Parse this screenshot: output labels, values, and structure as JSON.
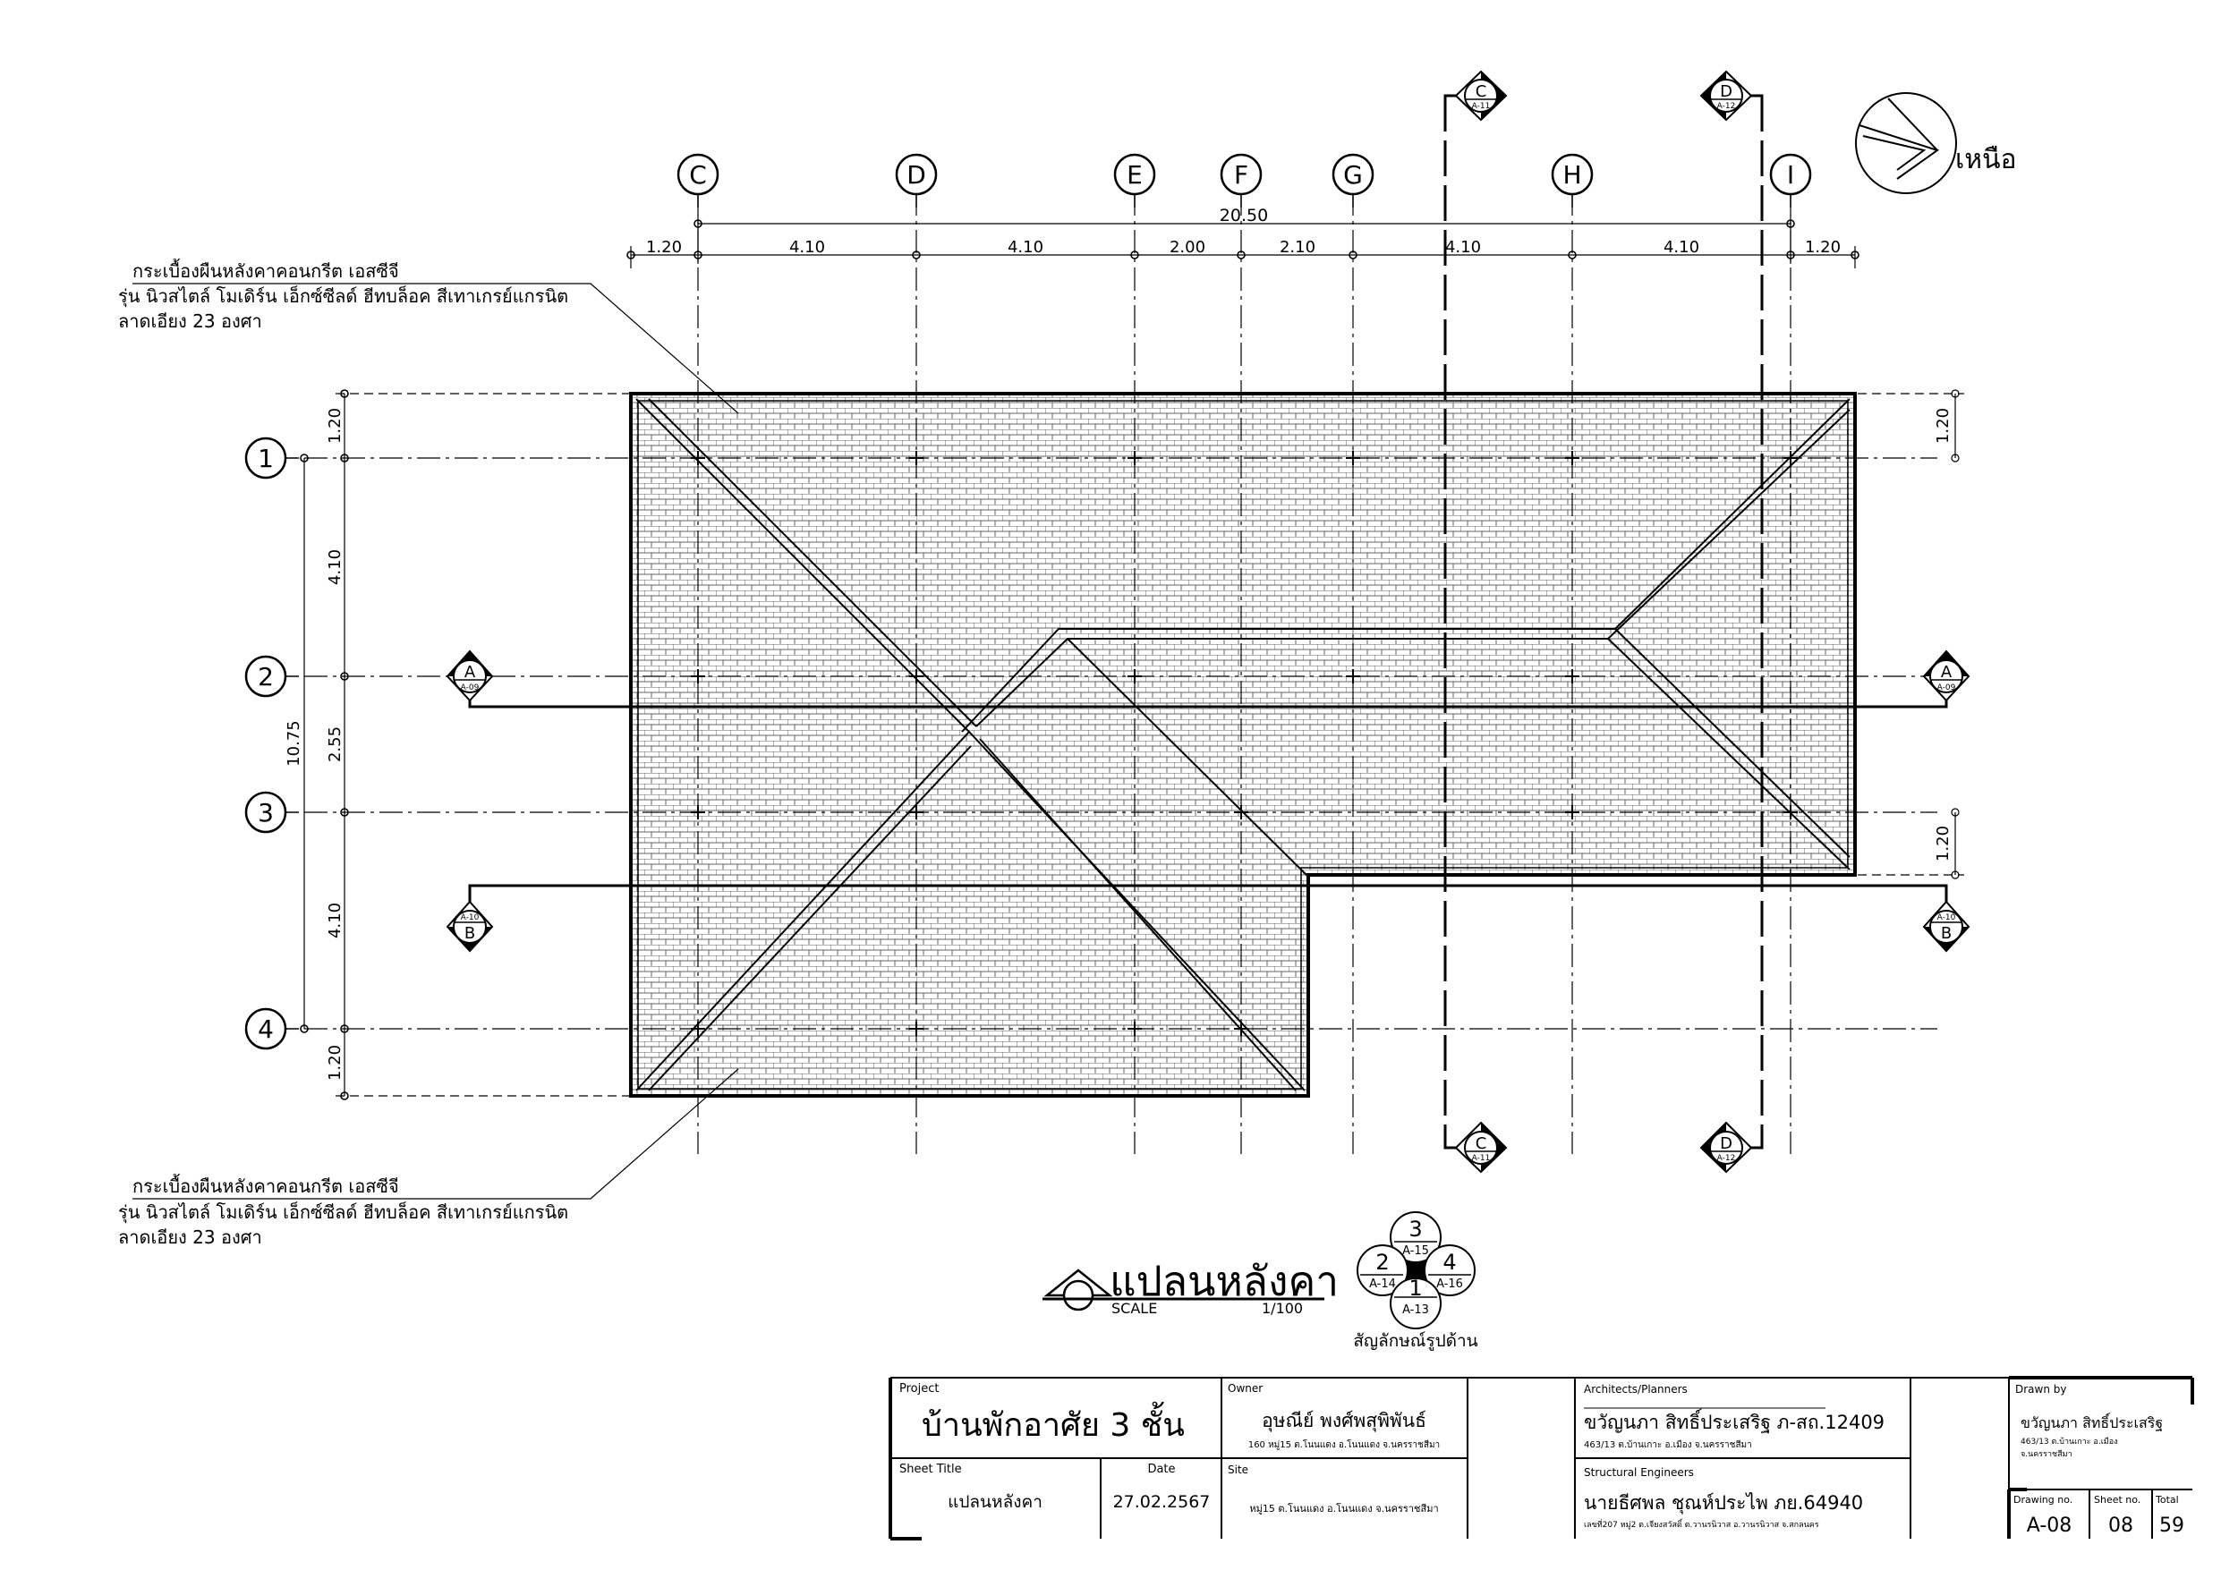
{
  "north": {
    "label": "เหนือ"
  },
  "grid_x": [
    {
      "label": "C"
    },
    {
      "label": "D"
    },
    {
      "label": "E"
    },
    {
      "label": "F"
    },
    {
      "label": "G"
    },
    {
      "label": "H"
    },
    {
      "label": "I"
    }
  ],
  "grid_y": [
    {
      "label": "1"
    },
    {
      "label": "2"
    },
    {
      "label": "3"
    },
    {
      "label": "4"
    }
  ],
  "dims_top": {
    "overall": "20.50",
    "segments": [
      "1.20",
      "4.10",
      "4.10",
      "2.00",
      "2.10",
      "4.10",
      "4.10",
      "1.20"
    ]
  },
  "dims_left": {
    "overall": "10.75",
    "segments": [
      "1.20",
      "4.10",
      "2.55",
      "4.10",
      "1.20"
    ]
  },
  "dims_right": {
    "segments": [
      "1.20",
      "1.20"
    ]
  },
  "notes": {
    "top": [
      "กระเบื้องผืนหลังคาคอนกรีต เอสซีจี",
      "รุ่น นิวสไตล์ โมเดิร์น เอ็กซ์ซีลด์ ฮีทบล็อค สีเทาเกรย์แกรนิต",
      "ลาดเอียง 23 องศา"
    ],
    "bottom": [
      "กระเบื้องผืนหลังคาคอนกรีต เอสซีจี",
      "รุ่น นิวสไตล์ โมเดิร์น เอ็กซ์ซีลด์ ฮีทบล็อค สีเทาเกรย์แกรนิต",
      "ลาดเอียง 23 องศา"
    ]
  },
  "section_marks": {
    "A": {
      "letter": "A",
      "sheet": "A-09"
    },
    "B": {
      "letter": "B",
      "sheet": "A-10"
    },
    "C": {
      "letter": "C",
      "sheet": "A-11"
    },
    "D": {
      "letter": "D",
      "sheet": "A-12"
    }
  },
  "drawing_title": {
    "title": "แปลนหลังคา",
    "scale_label": "SCALE",
    "scale": "1/100"
  },
  "elevation_key": {
    "caption": "สัญลักษณ์รูปด้าน",
    "items": [
      {
        "num": "3",
        "sheet": "A-15"
      },
      {
        "num": "2",
        "sheet": "A-14"
      },
      {
        "num": "4",
        "sheet": "A-16"
      },
      {
        "num": "1",
        "sheet": "A-13"
      }
    ]
  },
  "title_block": {
    "project_label": "Project",
    "project": "บ้านพักอาศัย 3 ชั้น",
    "sheet_title_label": "Sheet Title",
    "sheet_title": "แปลนหลังคา",
    "date_label": "Date",
    "date": "27.02.2567",
    "owner_label": "Owner",
    "owner_name": "อุษณีย์ พงศ์พสุพิพันธ์",
    "owner_address": "160 หมู่15 ต.โนนแดง อ.โนนแดง จ.นครราชสีมา",
    "site_label": "Site",
    "site": "หมู่15 ต.โนนแดง อ.โนนแดง จ.นครราชสีมา",
    "architects_label": "Architects/Planners",
    "architect_name": "ขวัญนภา สิทธิ์ประเสริฐ  ภ-สถ.12409",
    "architect_address": "463/13 ต.บ้านเกาะ อ.เมือง จ.นครราชสีมา",
    "structural_label": "Structural Engineers",
    "engineer_name": "นายธีศพล ชุณห์ประไพ  ภย.64940",
    "engineer_address": "เลขที่207 หมู่2 ต.เจียงสวัสดิ์ ต.วานรนิวาส อ.วานรนิวาส จ.สกลนคร",
    "drawn_by_label": "Drawn by",
    "drawn_by": "ขวัญนภา  สิทธิ์ประเสริฐ",
    "drawn_by_address1": "463/13 ต.บ้านเกาะ อ.เมือง",
    "drawn_by_address2": "จ.นครราชสีมา",
    "drawing_no_label": "Drawing no.",
    "drawing_no": "A-08",
    "sheet_no_label": "Sheet no.",
    "sheet_no": "08",
    "total_label": "Total",
    "total": "59"
  }
}
